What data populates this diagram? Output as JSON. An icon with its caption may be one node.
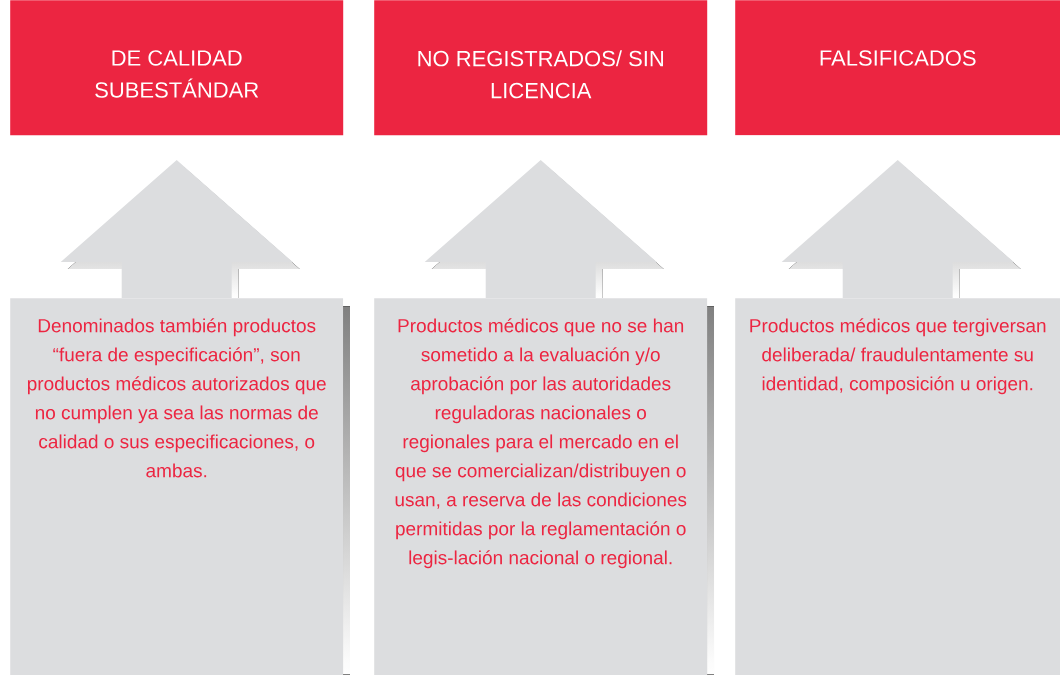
{
  "diagram": {
    "nodes": [
      {
        "text": [
          "DE CALIDAD SUBESTÁNDAR"
        ]
      },
      {
        "text": [
          "NO REGISTRADOS/ SIN LICENCIA"
        ]
      },
      {
        "text": [
          "FALSIFICADOS"
        ]
      },
      {
        "text": [
          "Denominados también productos “fuera de especificación”, son productos médicos autorizados que no cumplen ya sea las normas de calidad o sus especificaciones, o ambas."
        ]
      },
      {
        "text": [
          "Productos médicos que no se han sometido a la evaluación y/o aprobación por las autoridades reguladoras nacionales o regionales para el mercado en el que se comercializan/distribuyen o usan, a reserva de las condiciones permitidas por la reglamentación o legis-lación nacional o regional."
        ]
      },
      {
        "text": [
          "Productos médicos que tergiversan deliberada/ fraudulentamente su identidad, composición u origen."
        ]
      }
    ],
    "edges": [
      {
        "from": 3,
        "to": null,
        "arrow": "to"
      },
      {
        "from": 4,
        "to": null,
        "arrow": "to"
      },
      {
        "from": 5,
        "to": null,
        "arrow": "to"
      }
    ]
  }
}
